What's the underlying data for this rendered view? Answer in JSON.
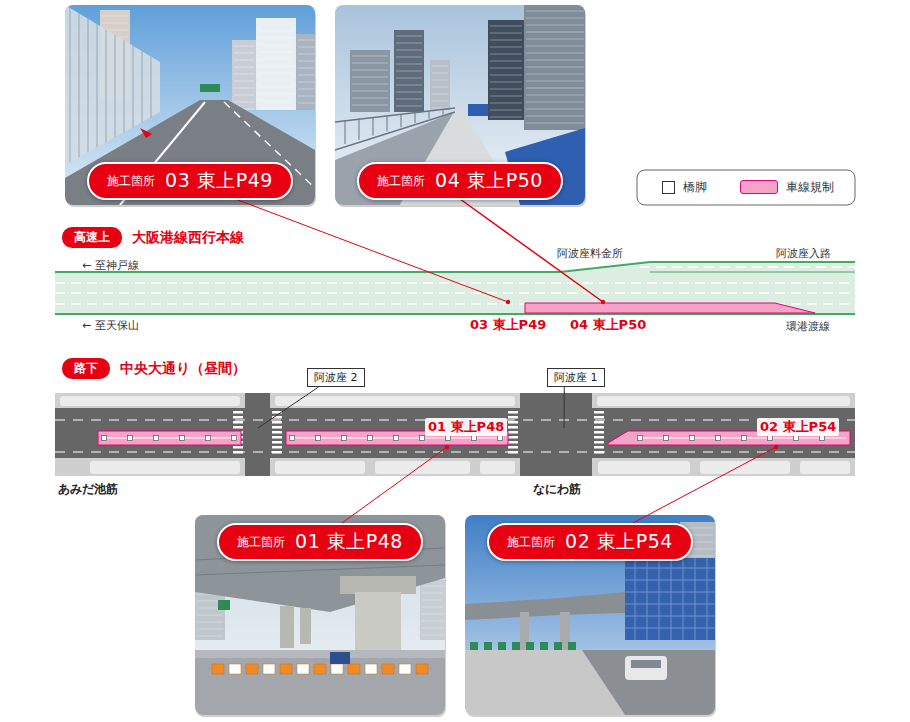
{
  "diagram": {
    "nodes": [
      {
        "text": [
          "施工箇所",
          "03 東上P49"
        ]
      },
      {
        "text": [
          "施工箇所",
          "04 東上P50"
        ]
      },
      {
        "text": [
          "高速上",
          "大阪港線西行本線"
        ]
      },
      {
        "text": [
          "路下",
          "中央大通り（昼間）"
        ]
      },
      {
        "text": [
          "阿波座 2"
        ]
      },
      {
        "text": [
          "阿波座 1"
        ]
      },
      {
        "text": [
          "施工箇所",
          "01 東上P48"
        ]
      },
      {
        "text": [
          "施工箇所",
          "02 東上P54"
        ]
      }
    ],
    "labels": [
      "← 至神戸線",
      "阿波座料金所",
      "阿波座入路",
      "← 至天保山",
      "03 東上P49",
      "04 東上P50",
      "環港渡線",
      "01 東上P48",
      "02 東上P54",
      "あみだ池筋",
      "なにわ筋"
    ],
    "legend": [
      {
        "text": "橋脚"
      },
      {
        "text": "車線規制",
        "color": "#f5a3c7"
      }
    ]
  }
}
